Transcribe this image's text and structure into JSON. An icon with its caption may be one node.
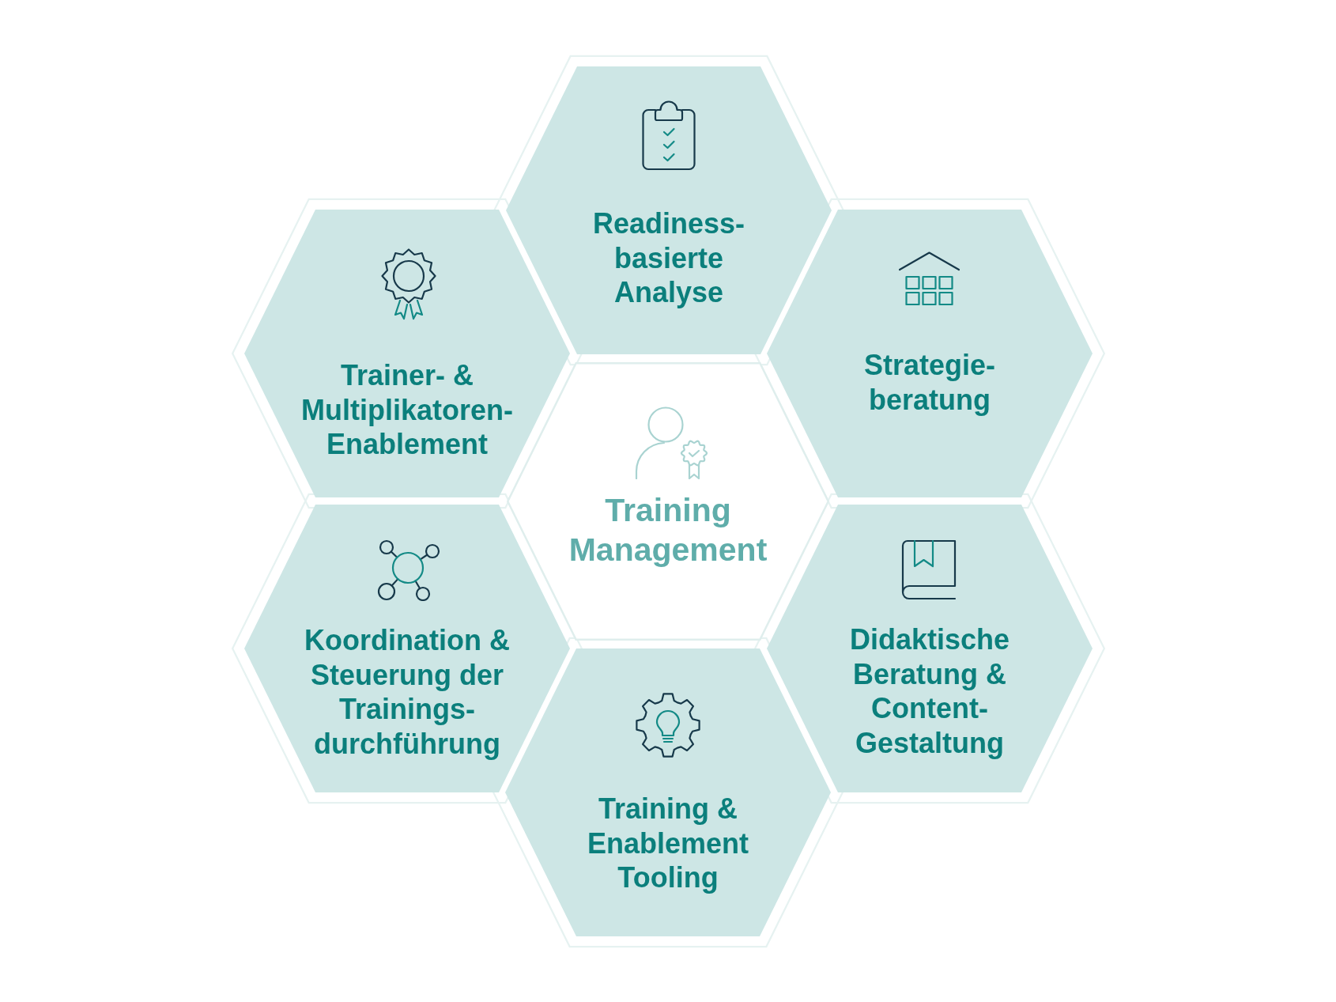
{
  "diagram": {
    "nodes": [
      {
        "text": [
          "Readiness- basierte Analyse"
        ]
      },
      {
        "text": [
          "Trainer- & Multiplikatoren- Enablement"
        ]
      },
      {
        "text": [
          "Strategie- beratung"
        ]
      },
      {
        "text": [
          "Training Management"
        ]
      },
      {
        "text": [
          "Koordination & Steuerung der Trainings- durchführung"
        ]
      },
      {
        "text": [
          "Didaktische Beratung & Content- Gestaltung"
        ]
      },
      {
        "text": [
          "Training & Enablement Tooling"
        ]
      }
    ]
  }
}
